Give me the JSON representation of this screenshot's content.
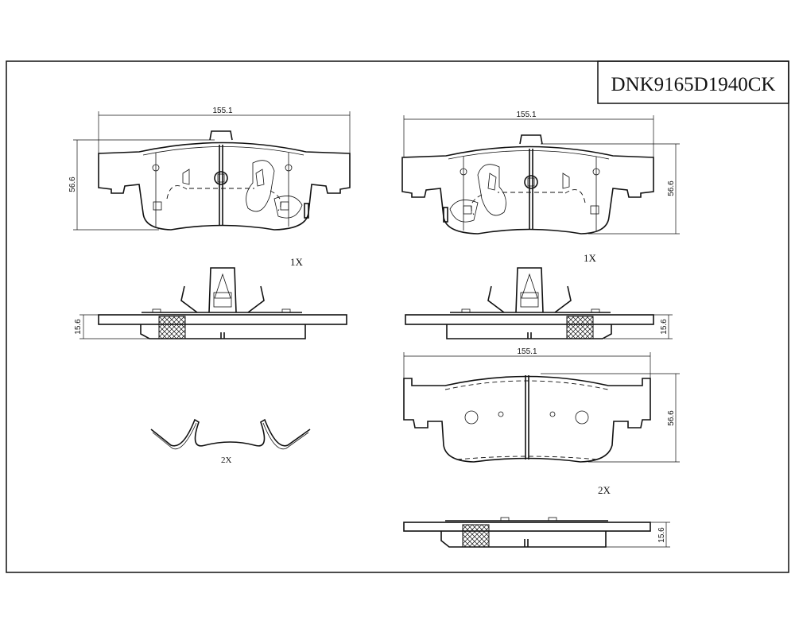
{
  "drawing": {
    "part_number": "DNK9165D1940CK",
    "top_left": {
      "width_dim": "155.1",
      "height_dim": "56.6",
      "thickness_dim": "15.6",
      "quantity": "1X"
    },
    "top_right": {
      "width_dim": "155.1",
      "height_dim": "56.6",
      "thickness_dim": "15.6",
      "quantity": "1X"
    },
    "bottom_right": {
      "width_dim": "155.1",
      "height_dim": "56.6",
      "thickness_dim": "15.6",
      "quantity": "2X"
    },
    "spring_clip": {
      "quantity": "2X"
    }
  }
}
